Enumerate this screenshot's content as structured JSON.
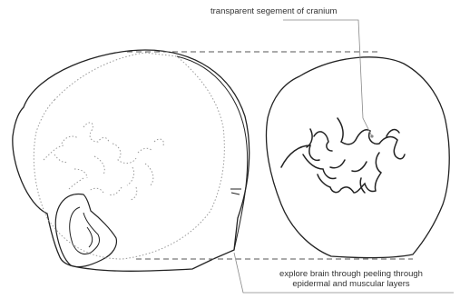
{
  "labels": {
    "cranium_segment": "transparent segement of cranium",
    "peeling_line1": "explore brain through peeling through",
    "peeling_line2": "epidermal and muscular layers"
  },
  "colors": {
    "outline": "#222222",
    "dashed": "#555555",
    "dotted": "#999999"
  }
}
